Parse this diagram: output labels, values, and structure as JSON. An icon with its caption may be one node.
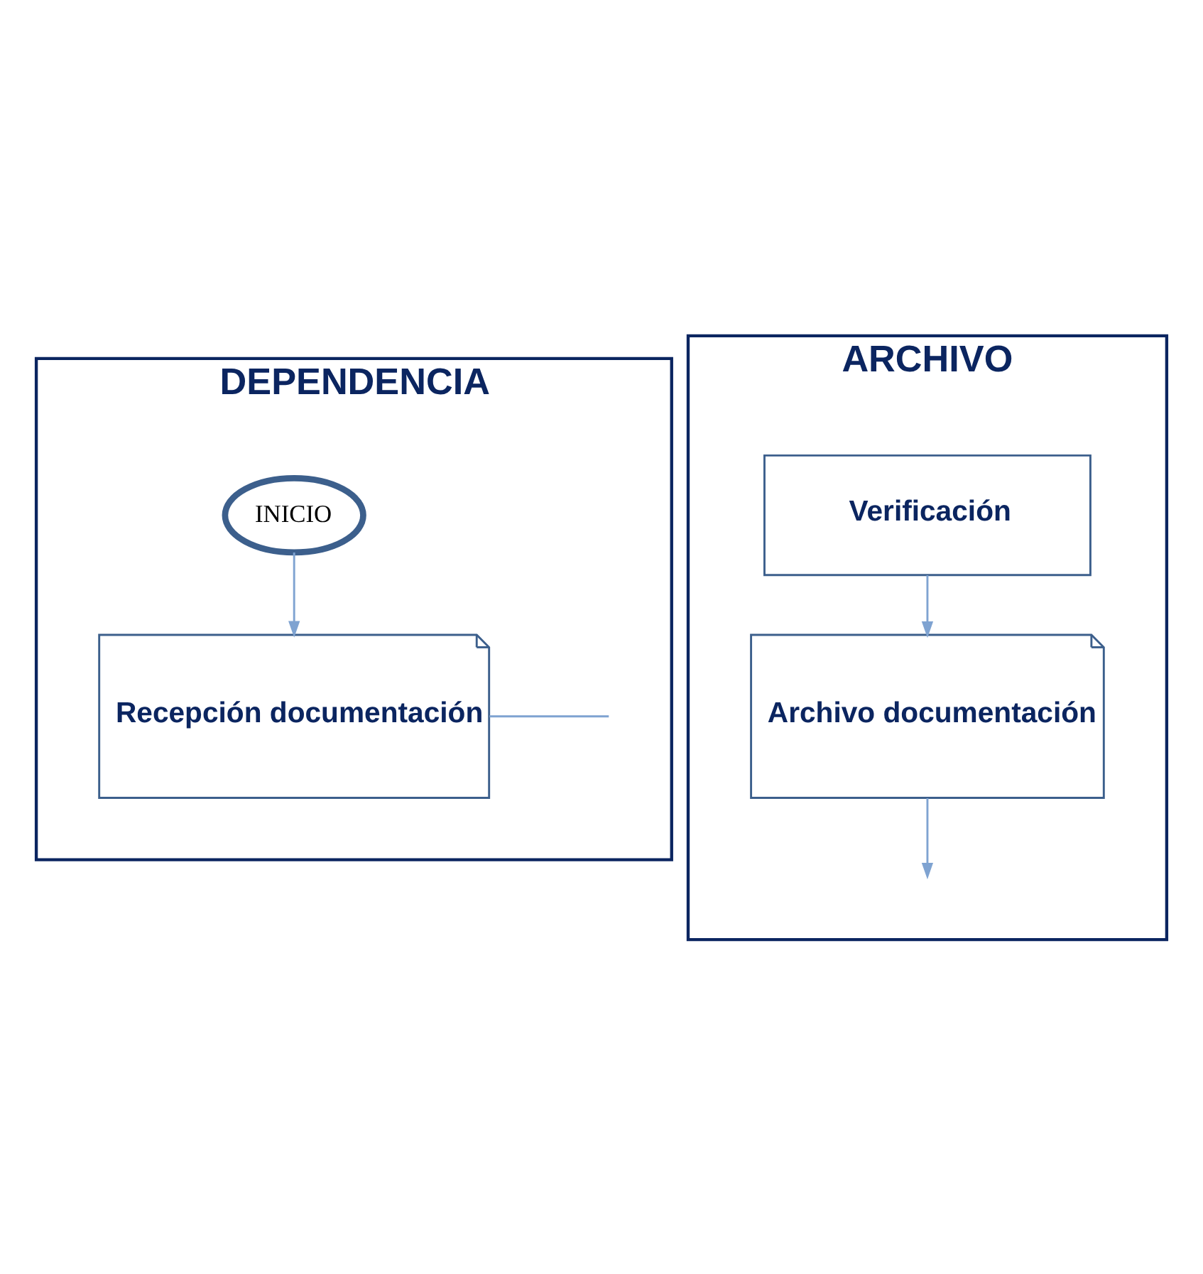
{
  "diagram": {
    "nodes": [
      {
        "text": [
          "DEPENDENCIA"
        ]
      },
      {
        "text": [
          "ARCHIVO"
        ]
      },
      {
        "text": [
          "INICIO"
        ],
        "in": 0
      },
      {
        "text": [
          "Recepción documentación"
        ],
        "in": 0
      },
      {
        "text": [
          "Verificación"
        ],
        "in": 1
      },
      {
        "text": [
          "Archivo documentación"
        ],
        "in": 1
      }
    ],
    "edges": [
      {
        "from": 2,
        "to": 3,
        "arrow": "to"
      },
      {
        "from": 3,
        "to": null,
        "arrow": "none"
      },
      {
        "from": 4,
        "to": 5,
        "arrow": "to"
      },
      {
        "from": 5,
        "to": null,
        "arrow": "to"
      }
    ]
  }
}
